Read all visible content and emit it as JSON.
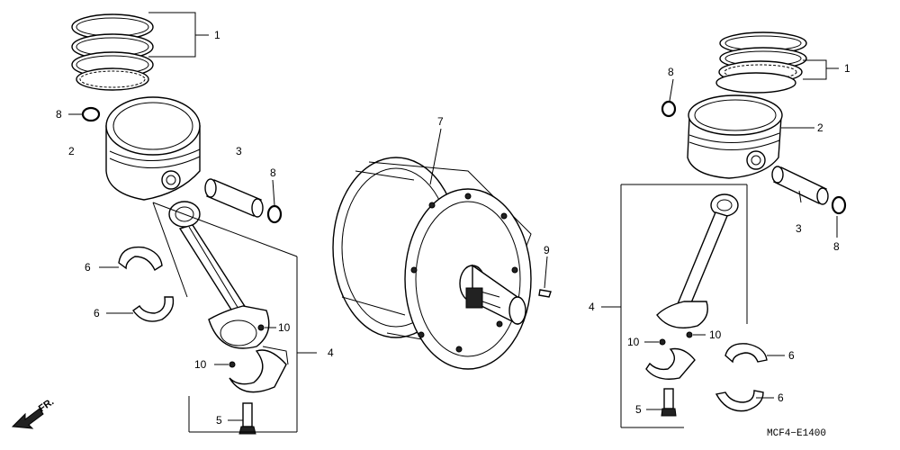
{
  "diagram": {
    "drawing_code": "MCF4−E1400",
    "front_arrow_label": "FR.",
    "callouts": [
      {
        "id": "left-1",
        "text": "1"
      },
      {
        "id": "left-2",
        "text": "2"
      },
      {
        "id": "left-3",
        "text": "3"
      },
      {
        "id": "left-8",
        "text": "8"
      },
      {
        "id": "left-8b",
        "text": "8"
      },
      {
        "id": "left-6a",
        "text": "6"
      },
      {
        "id": "left-6b",
        "text": "6"
      },
      {
        "id": "left-10a",
        "text": "10"
      },
      {
        "id": "left-10b",
        "text": "10"
      },
      {
        "id": "left-4",
        "text": "4"
      },
      {
        "id": "left-5",
        "text": "5"
      },
      {
        "id": "center-7",
        "text": "7"
      },
      {
        "id": "center-9",
        "text": "9"
      },
      {
        "id": "right-1",
        "text": "1"
      },
      {
        "id": "right-2",
        "text": "2"
      },
      {
        "id": "right-8",
        "text": "8"
      },
      {
        "id": "right-8b",
        "text": "8"
      },
      {
        "id": "right-3",
        "text": "3"
      },
      {
        "id": "right-4",
        "text": "4"
      },
      {
        "id": "right-10a",
        "text": "10"
      },
      {
        "id": "right-10b",
        "text": "10"
      },
      {
        "id": "right-6a",
        "text": "6"
      },
      {
        "id": "right-6b",
        "text": "6"
      },
      {
        "id": "right-5",
        "text": "5"
      }
    ]
  }
}
